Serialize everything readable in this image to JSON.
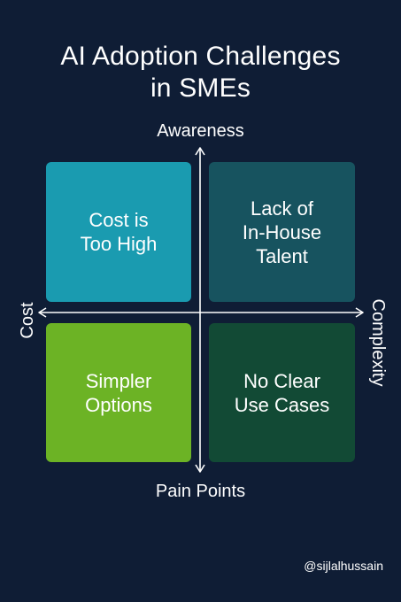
{
  "title": {
    "line1": "AI Adoption Challenges",
    "line2": "in SMEs"
  },
  "axes": {
    "top": "Awareness",
    "bottom": "Pain Points",
    "left": "Cost",
    "right": "Complexity"
  },
  "quadrants": {
    "top_left": {
      "label": "Cost is\nToo High",
      "color": "#1a9bb0"
    },
    "top_right": {
      "label": "Lack of\nIn-House\nTalent",
      "color": "#17535f"
    },
    "bottom_left": {
      "label": "Simpler\nOptions",
      "color": "#6cb325"
    },
    "bottom_right": {
      "label": "No Clear\nUse Cases",
      "color": "#124a35"
    }
  },
  "handle": "@sijlalhussain",
  "colors": {
    "background": "#0f1d35",
    "text": "#ffffff"
  }
}
